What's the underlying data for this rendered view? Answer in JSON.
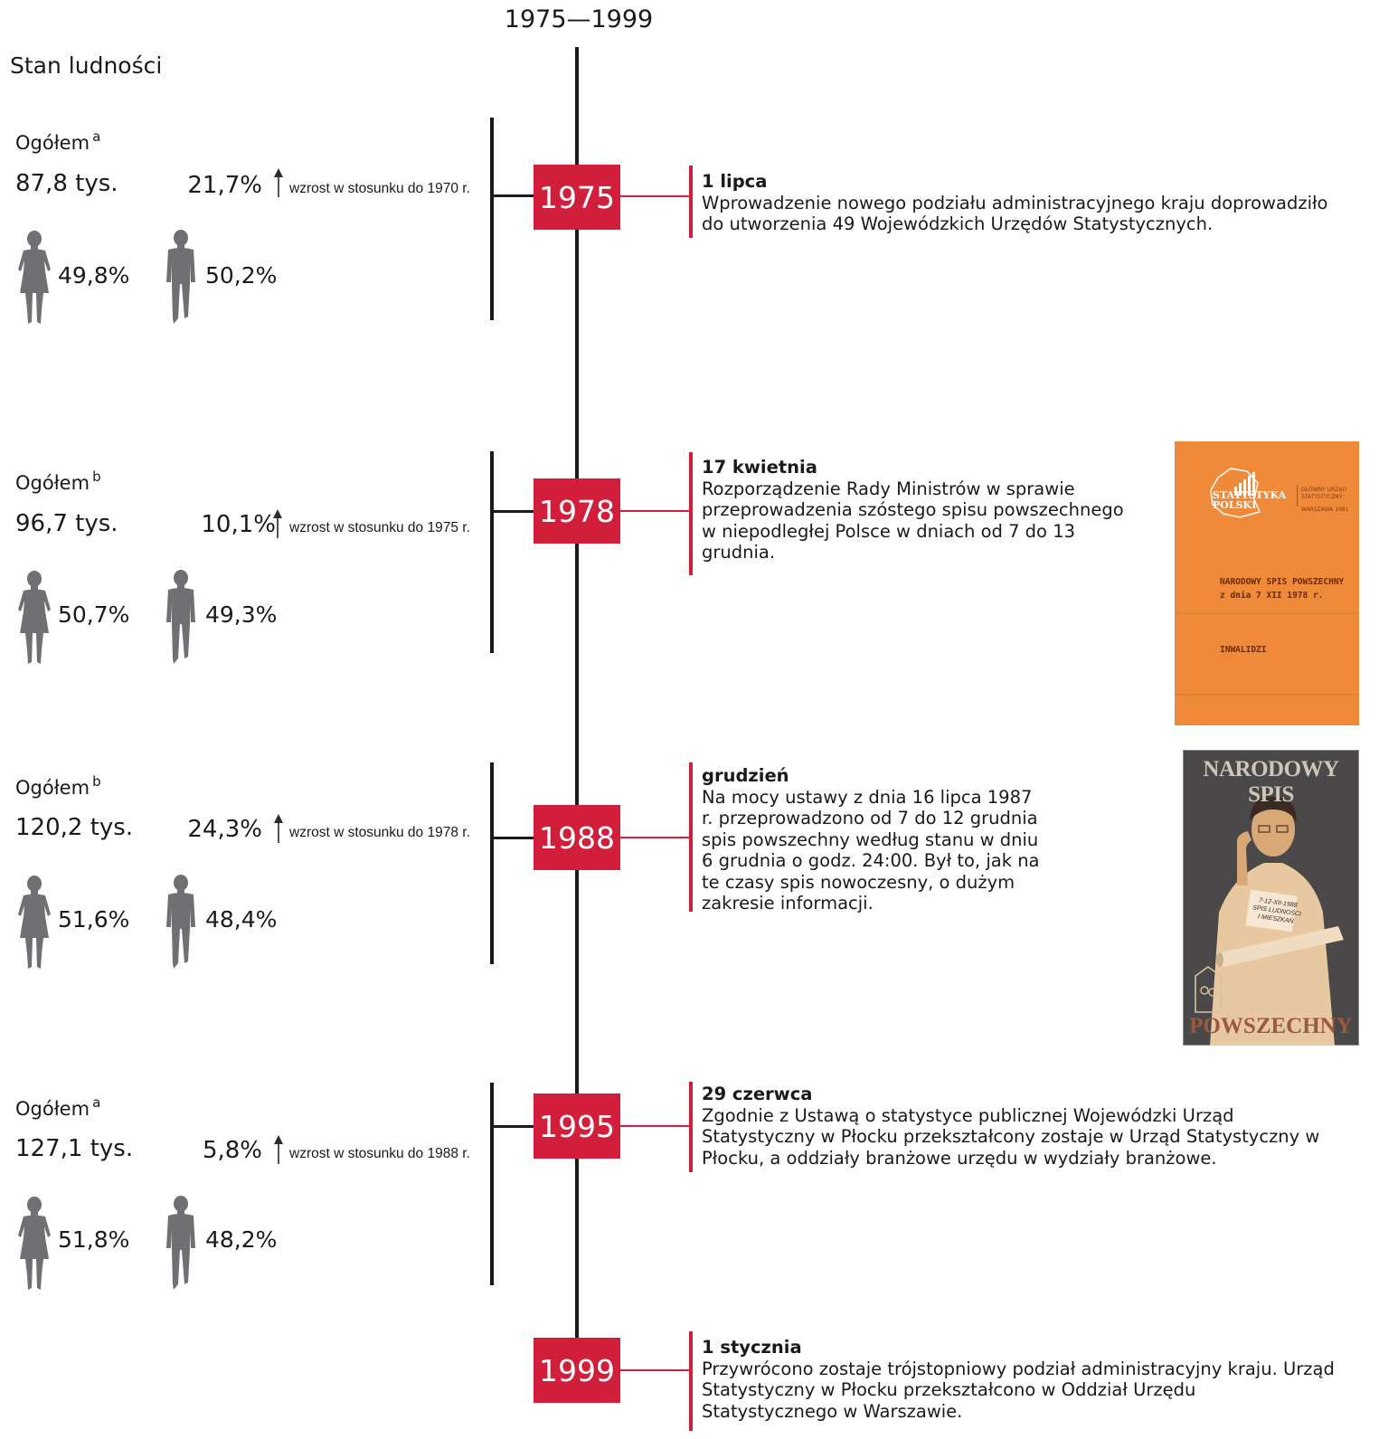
{
  "header": {
    "title": "1975—1999"
  },
  "section": {
    "title": "Stan ludności"
  },
  "entries": [
    {
      "ogolem": "Ogółem",
      "ogolem_sup": "a",
      "total": "87,8 tys.",
      "growth": "21,7%",
      "growth_note": "wzrost w stosunku do 1970 r.",
      "female_pct": "49,8%",
      "male_pct": "50,2%",
      "year": "1975",
      "event_date": "1 lipca",
      "event_text": "Wprowadzenie nowego podziału administracyjnego kraju doprowadziło do utworzenia 49 Wojewódzkich Urzędów Statystycznych."
    },
    {
      "ogolem": "Ogółem",
      "ogolem_sup": "b",
      "total": "96,7 tys.",
      "growth": "10,1%",
      "growth_note": "wzrost w stosunku do 1975 r.",
      "female_pct": "50,7%",
      "male_pct": "49,3%",
      "year": "1978",
      "event_date": "17 kwietnia",
      "event_text": "Rozporządzenie Rady Ministrów w sprawie przeprowadzenia szóstego spisu powszechnego w niepodległej Polsce w dniach od 7 do 13 grudnia."
    },
    {
      "ogolem": "Ogółem",
      "ogolem_sup": "b",
      "total": "120,2 tys.",
      "growth": "24,3%",
      "growth_note": "wzrost w stosunku do 1978 r.",
      "female_pct": "51,6%",
      "male_pct": "48,4%",
      "year": "1988",
      "event_date": "grudzień",
      "event_text": "Na mocy ustawy z dnia 16 lipca 1987 r. przeprowadzono od 7 do 12 grudnia spis powszechny według stanu w dniu 6 grudnia o godz. 24:00. Był to, jak na te czasy spis nowoczesny, o dużym zakresie informacji."
    },
    {
      "ogolem": "Ogółem",
      "ogolem_sup": "a",
      "total": "127,1 tys.",
      "growth": "5,8%",
      "growth_note": "wzrost w stosunku do 1988 r.",
      "female_pct": "51,8%",
      "male_pct": "48,2%",
      "year": "1995",
      "event_date": "29 czerwca",
      "event_text": "Zgodnie z Ustawą o statystyce publicznej Wojewódzki Urząd Statystyczny w Płocku przekształcony zostaje w Urząd Statystyczny w Płocku, a oddziały branżowe urzędu w wydziały branżowe."
    }
  ],
  "final_event": {
    "year": "1999",
    "event_date": "1 stycznia",
    "event_text": "Przywrócono zostaje trójstopniowy podział administracyjny kraju. Urząd Statystyczny w Płocku przekształcono w Oddział Urzędu Statystycznego w Warszawie."
  },
  "covers": {
    "cover_1978": {
      "publisher_left": "STATYSTYKA POLSKI",
      "publisher_right": "GŁÓWNY URZĄD STATYSTYCZNY",
      "place": "WARSZAWA 1981",
      "title": "NARODOWY SPIS POWSZECHNY",
      "subtitle": "z dnia 7 XII 1978 r.",
      "topic": "INWALIDZI"
    },
    "cover_1988": {
      "top": "NARODOWY SPIS",
      "bottom": "POWSZECHNY",
      "sign": "7-12-XII-1988 SPIS LUDNOŚCI I MIESZKAŃ"
    }
  },
  "colors": {
    "accent": "#d11f3b",
    "silhouette": "#6f6f74",
    "text": "#1a1a1a",
    "cover_orange": "#ef8a3a"
  },
  "icons": [
    "female-silhouette-icon",
    "male-silhouette-icon",
    "up-arrow-icon"
  ]
}
